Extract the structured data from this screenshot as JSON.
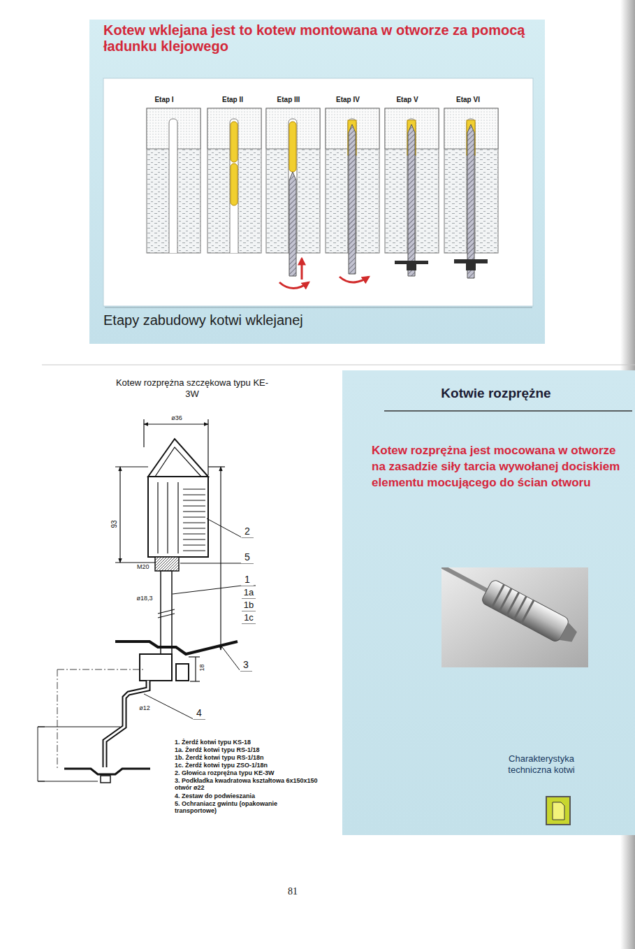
{
  "diagram": {
    "nodes": [
      {
        "text": [
          "Kotew wklejana jest to kotew montowana w otworze za pomocą ładunku klejowego",
          "Etapy zabudowy kotwi wklejanej"
        ]
      },
      {
        "text": [
          "Kotwie rozprężne",
          "Kotew rozprężna jest mocowana w otworze na zasadzie siły tarcia wywołanej dociskiem elementu mocującego do ścian otworu"
        ]
      },
      {
        "text": [
          "Charakterystyka techniczna kotwi"
        ],
        "in": 1
      }
    ],
    "labels": [
      "Etap I",
      "Etap II",
      "Etap III",
      "Etap IV",
      "Etap V",
      "Etap VI",
      "Kotew rozprężna szczękowa typu KE-3W",
      "ø36",
      "93",
      "2",
      "5",
      "M20",
      "1",
      "1a",
      "1b",
      "1c",
      "ø18,3",
      "3",
      "18",
      "ø12",
      "4",
      "1. Żerdź kotwi typu KS-18",
      "1a. Żerdź kotwi typu RS-1/18",
      "1b. Żerdź kotwi typu RS-1/18n",
      "1c. Żerdź kotwi typu ZSO-1/18n",
      "2. Głowica rozprężna typu KE-3W",
      "3. Podkładka kwadratowa kształtowa 6x150x150 otwór ø22",
      "4. Zestaw do podwieszania",
      "5. Ochraniacz gwintu (opakowanie transportowe)",
      "81"
    ]
  }
}
